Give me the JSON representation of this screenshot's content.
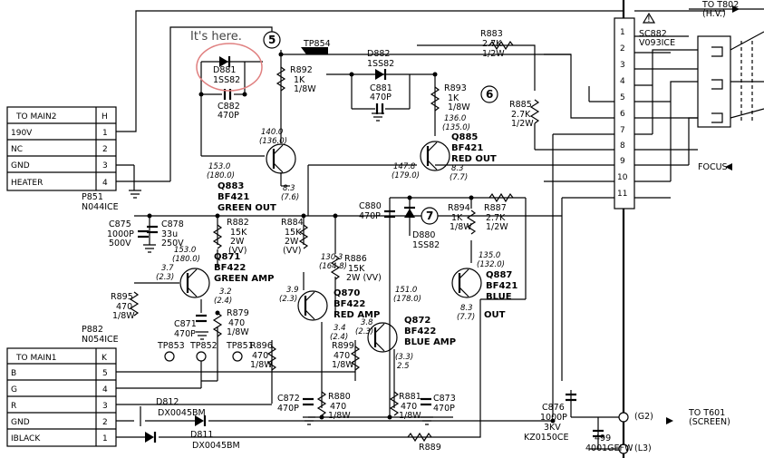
{
  "note": "It's here.",
  "connectors": {
    "main2": {
      "title": "TO MAIN2",
      "id": "H",
      "pins": [
        {
          "name": "190V",
          "num": "1"
        },
        {
          "name": "NC",
          "num": "2"
        },
        {
          "name": "GND",
          "num": "3"
        },
        {
          "name": "HEATER",
          "num": "4"
        }
      ],
      "part": "P851",
      "part_num": "N044ICE"
    },
    "main1": {
      "title": "TO MAIN1",
      "id": "K",
      "pins": [
        {
          "name": "B",
          "num": "5"
        },
        {
          "name": "G",
          "num": "4"
        },
        {
          "name": "R",
          "num": "3"
        },
        {
          "name": "GND",
          "num": "2"
        },
        {
          "name": "IBLACK",
          "num": "1"
        }
      ],
      "part": "P882",
      "part_num": "N054ICE"
    },
    "socket": {
      "pins": [
        "1",
        "2",
        "3",
        "4",
        "5",
        "6",
        "7",
        "8",
        "9",
        "10",
        "11"
      ]
    }
  },
  "markers": [
    "5",
    "6",
    "7"
  ],
  "labels": {
    "to_t802": "TO T802",
    "hv": "(H.V.)",
    "sc882": "SC882",
    "v093ice": "V093ICE",
    "focus": "FOCUS",
    "to_t601": "TO T601",
    "screen": "(SCREEN)",
    "g2": "(G2)",
    "l3": "(L3)",
    "tp854": "TP854",
    "tp853": "TP853",
    "tp852": "TP852",
    "tp851": "TP851",
    "out": "OUT",
    "d881": "D881",
    "d881v": "1SS82",
    "c882": "C882",
    "c882v": "470P",
    "r892": "R892",
    "r892a": "1K",
    "r892b": "1/8W",
    "d882": "D882",
    "d882v": "1SS82",
    "c881": "C881",
    "c881v": "470P",
    "r883": "R883",
    "r883a": "2.7K",
    "r883b": "1/2W",
    "r893": "R893",
    "r893a": "1K",
    "r893b": "1/8W",
    "r885": "R885",
    "r885a": "2.7K",
    "r885b": "1/2W",
    "q885": "Q885",
    "q885a": "BF421",
    "q885b": "RED OUT",
    "v1360": "136.0",
    "v1350": "(135.0)",
    "v1400": "140.0",
    "v1360b": "(136.0)",
    "v1530": "153.0",
    "v1800": "(180.0)",
    "q883": "Q883",
    "q883a": "BF421",
    "q883b": "GREEN OUT",
    "v83a": "8.3",
    "v76": "(7.6)",
    "v1478": "147.8",
    "v1790": "(179.0)",
    "v83b": "8.3",
    "v77a": "(7.7)",
    "c880": "C880",
    "c880v": "470P",
    "r894": "R894",
    "r894a": "1K",
    "r894b": "1/8W",
    "r887": "R887",
    "r887a": "2.7K",
    "r887b": "1/2W",
    "d880": "D880",
    "d880v": "1SS82",
    "c875": "C875",
    "c875a": "1000P",
    "c875b": "500V",
    "c878": "C878",
    "c878a": "33u",
    "c878b": "250V",
    "r882": "R882",
    "r882a": "15K",
    "r882b": "2W",
    "r882c": "(VV)",
    "r884": "R884",
    "r884a": "15K",
    "r884b": "2W",
    "r884c": "(VV)",
    "v1530b": "153.0",
    "v1800b": "(180.0)",
    "v1303": "130.3",
    "v1648": "(164.8)",
    "r886": "R886",
    "r886a": "15K",
    "r886b": "2W (VV)",
    "q871": "Q871",
    "q871a": "BF422",
    "q871b": "GREEN AMP",
    "v37": "3.7",
    "v23a": "(2.3)",
    "q887": "Q887",
    "q887a": "BF421",
    "q887b": "BLUE",
    "v1350b": "135.0",
    "v1320": "(132.0)",
    "v1510": "151.0",
    "v1780": "(178.0)",
    "r895": "R895",
    "r895a": "470",
    "r895b": "1/8W",
    "v32": "3.2",
    "v24a": "(2.4)",
    "q870": "Q870",
    "q870a": "BF422",
    "q870b": "RED AMP",
    "v39": "3.9",
    "v23b": "(2.3)",
    "v34": "3.4",
    "v24b": "(2.4)",
    "c871": "C871",
    "c871v": "470P",
    "r879": "R879",
    "r879a": "470",
    "r879b": "1/8W",
    "v83c": "8.3",
    "v77b": "(7.7)",
    "q872": "Q872",
    "q872a": "BF422",
    "q872b": "BLUE AMP",
    "v38": "3.8",
    "v23c": "(2.3)",
    "v33": "(3.3)",
    "v25": "2.5",
    "r896": "R896",
    "r896a": "470",
    "r896b": "1/8W",
    "r899": "R899",
    "r899a": "470",
    "r899b": "1/8W",
    "c872": "C872",
    "c872v": "470P",
    "r880": "R880",
    "r880a": "470",
    "r880b": "1/8W",
    "r881": "R881",
    "r881a": "470",
    "r881b": "1/8W",
    "c873": "C873",
    "c873v": "470P",
    "c876": "C876",
    "c876a": "1000P",
    "c876b": "3KV",
    "c876c": "KZ0150CE",
    "c499": "499",
    "c499v": "4001GEFW",
    "d812": "D812",
    "d812v": "DX0045BM",
    "d811": "D811",
    "d811v": "DX0045BM",
    "r889": "R889"
  }
}
